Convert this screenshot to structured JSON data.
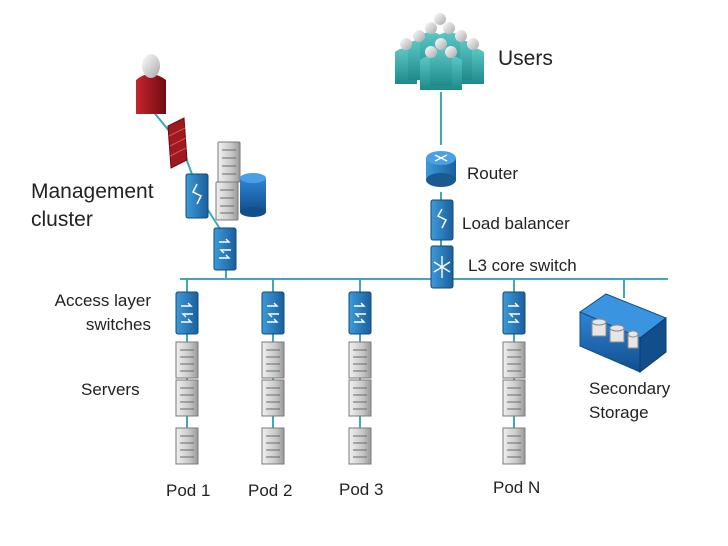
{
  "labels": {
    "users": "Users",
    "router": "Router",
    "load_balancer": "Load balancer",
    "l3_core_switch": "L3 core switch",
    "management_cluster_line1": "Management",
    "management_cluster_line2": "cluster",
    "access_layer_line1": "Access layer",
    "access_layer_line2": "switches",
    "servers": "Servers",
    "secondary_storage_line1": "Secondary",
    "secondary_storage_line2": "Storage"
  },
  "pods": [
    {
      "label": "Pod 1"
    },
    {
      "label": "Pod 2"
    },
    {
      "label": "Pod 3"
    },
    {
      "label": "Pod N"
    }
  ],
  "colors": {
    "link": "#3fa9b5",
    "switch": "#2a7fc0",
    "switch_dark": "#1a5a90",
    "user_group": "#3aa6a6",
    "admin": "#a01820",
    "firewall": "#a01820",
    "server": "#c8c8c8",
    "storage": "#1f6fbf"
  },
  "icons": {
    "users": "user-group-icon",
    "admin": "admin-user-icon",
    "firewall": "firewall-icon",
    "router": "router-icon",
    "load_balancer": "load-balancer-icon",
    "core_switch": "l3-core-switch-icon",
    "access_switch": "access-switch-icon",
    "server": "server-icon",
    "storage": "storage-array-icon",
    "database": "database-icon"
  }
}
